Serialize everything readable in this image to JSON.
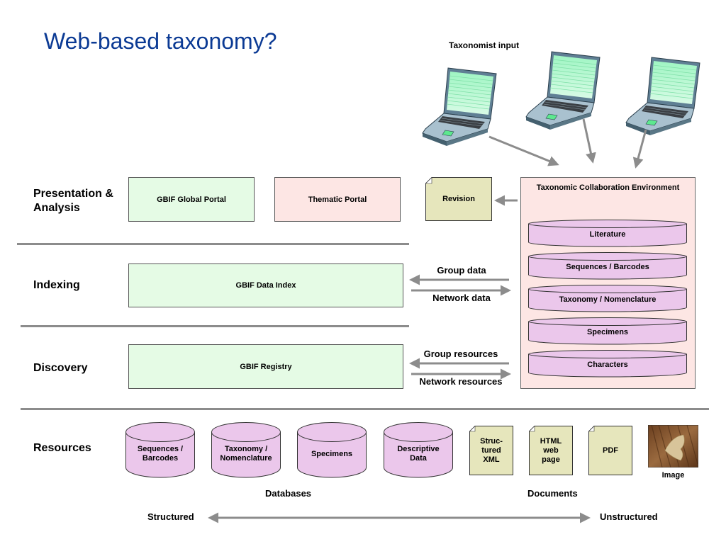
{
  "title": "Web-based taxonomy?",
  "taxonomist_input": {
    "label": "Taxonomist input",
    "laptops": [
      "laptop-1",
      "laptop-2",
      "laptop-3"
    ]
  },
  "layers": {
    "presentation": "Presentation &\nAnalysis",
    "indexing": "Indexing",
    "discovery": "Discovery",
    "resources": "Resources"
  },
  "presentation_boxes": {
    "global_portal": "GBIF Global Portal",
    "thematic_portal": "Thematic  Portal",
    "revision": "Revision"
  },
  "indexing_box": "GBIF Data Index",
  "discovery_box": "GBIF Registry",
  "flows": {
    "group_data": "Group data",
    "network_data": "Network data",
    "group_resources": "Group resources",
    "network_resources": "Network resources"
  },
  "tce": {
    "title": "Taxonomic Collaboration Environment",
    "stores": [
      "Literature",
      "Sequences / Barcodes",
      "Taxonomy / Nomenclature",
      "Specimens",
      "Characters"
    ]
  },
  "resources": {
    "databases": [
      "Sequences /\nBarcodes",
      "Taxonomy /\nNomenclature",
      "Specimens",
      "Descriptive\nData"
    ],
    "databases_label": "Databases",
    "documents": [
      "Struc-\ntured\nXML",
      "HTML\nweb\npage",
      "PDF"
    ],
    "documents_label": "Documents",
    "image_label": "Image"
  },
  "spectrum": {
    "left": "Structured",
    "right": "Unstructured"
  },
  "colors": {
    "title": "#0b3a94",
    "green_box": "#e5fbe5",
    "pink_box": "#fde6e4",
    "database": "#ebc7eb",
    "document": "#e6e6bc",
    "arrow": "#8c8c8c"
  }
}
